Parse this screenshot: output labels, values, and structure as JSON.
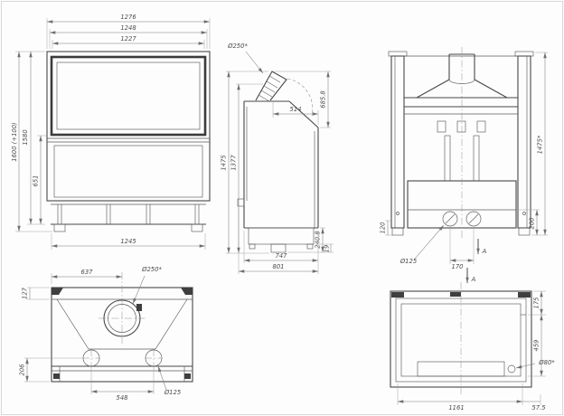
{
  "views": {
    "front": {
      "dim_width_outer": "1276",
      "dim_width_mid": "1248",
      "dim_width_inner": "1227",
      "dim_height_overall": "1600 (+100)",
      "dim_height_body": "1580",
      "dim_height_lower": "651",
      "dim_width_base": "1245"
    },
    "side": {
      "dim_flue_diameter": "Ø250*",
      "dim_top_depth": "514",
      "dim_flue_height": "685.8",
      "dim_height_overall": "1475",
      "dim_height_body": "1377",
      "dim_base_height": "240.8",
      "dim_foot_height": "19",
      "dim_depth_body": "747",
      "dim_depth_overall": "801"
    },
    "rear": {
      "dim_height_overall": "1475*",
      "dim_height_lower": "200",
      "dim_base_height": "120",
      "dim_outlet_diameter": "Ø125",
      "dim_outlet_spacing": "170",
      "section_marker_1": "A",
      "section_marker_2": "A"
    },
    "top": {
      "dim_flue_offset": "637",
      "dim_flue_diameter": "Ø250*",
      "dim_rear_depth": "127",
      "dim_front_depth": "206",
      "dim_outlet_spacing": "548",
      "dim_outlet_diameter": "Ø125"
    },
    "section_aa": {
      "dim_top_offset": "175",
      "dim_inner_height": "459",
      "dim_hole_diameter": "Ø80*",
      "dim_inner_width": "1161",
      "dim_side_offset": "57.5"
    }
  }
}
